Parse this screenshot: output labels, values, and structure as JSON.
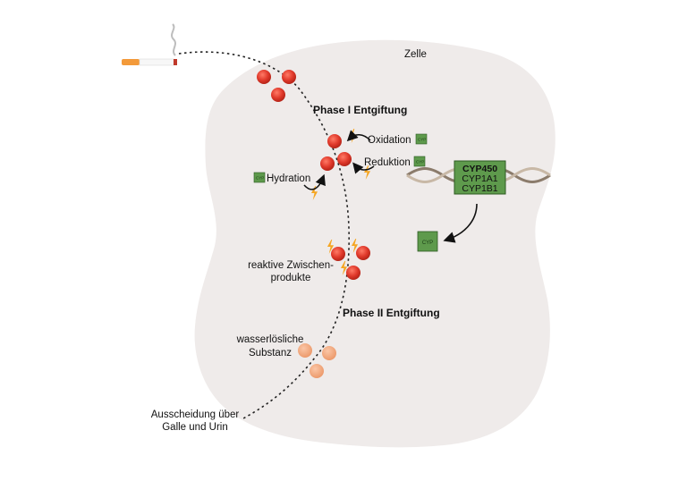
{
  "labels": {
    "cell": "Zelle",
    "phase1": "Phase I Entgiftung",
    "oxidation": "Oxidation",
    "reduction": "Reduktion",
    "hydration": "Hydration",
    "reactive_line1": "reaktive Zwischen-",
    "reactive_line2": "produkte",
    "phase2": "Phase II Entgiftung",
    "water_line1": "wasserlösliche",
    "water_line2": "Substanz",
    "excretion_line1": "Ausscheidung über",
    "excretion_line2": "Galle und Urin"
  },
  "cyp_box": {
    "line1": "CYP450",
    "line2": "CYP1A1",
    "line3": "CYP1B1"
  },
  "cyp_tag": "CYP",
  "colors": {
    "cell_fill": "#efebea",
    "red_particle": "#e0392b",
    "orange_particle": "#f2a57d",
    "cyp_green": "#5e9a4c",
    "lightning": "#f5a623",
    "dna_a": "#8b7b6b",
    "dna_b": "#c8b8a6"
  }
}
